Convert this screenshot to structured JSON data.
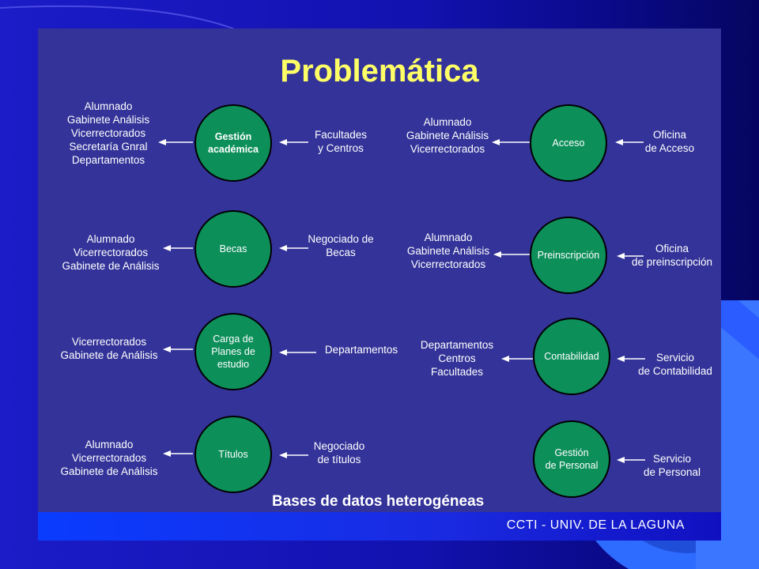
{
  "title": "Problemática",
  "subtitle": "Bases de datos heterogéneas",
  "footer": "CCTI - UNIV. DE LA LAGUNA",
  "colors": {
    "panel": "#333399",
    "node": "#0d8f5a",
    "title": "#ffff66",
    "frame": "#1a1ad0"
  },
  "nodes": [
    {
      "label": "Gestión\nacadémica",
      "outputs": "Alumnado\nGabinete Análisis\nVicerrectorados\nSecretaría Gnral\nDepartamentos",
      "source": "Facultades\ny Centros"
    },
    {
      "label": "Becas",
      "outputs": "Alumnado\nVicerrectorados\nGabinete de Análisis",
      "source": "Negociado de\nBecas"
    },
    {
      "label": "Carga de\nPlanes de\nestudio",
      "outputs": "Vicerrectorados\nGabinete de Análisis",
      "source": "Departamentos"
    },
    {
      "label": "Títulos",
      "outputs": "Alumnado\nVicerrectorados\nGabinete de Análisis",
      "source": "Negociado\nde títulos"
    },
    {
      "label": "Acceso",
      "outputs": "Alumnado\nGabinete Análisis\nVicerrectorados",
      "source": "Oficina\nde Acceso"
    },
    {
      "label": "Preinscripción",
      "outputs": "Alumnado\nGabinete Análisis\nVicerrectorados",
      "source": "Oficina\nde preinscripción"
    },
    {
      "label": "Contabilidad",
      "outputs": "Departamentos\nCentros\nFacultades",
      "source": "Servicio\nde Contabilidad"
    },
    {
      "label": "Gestión\nde Personal",
      "outputs": "",
      "source": "Servicio\nde Personal"
    }
  ]
}
